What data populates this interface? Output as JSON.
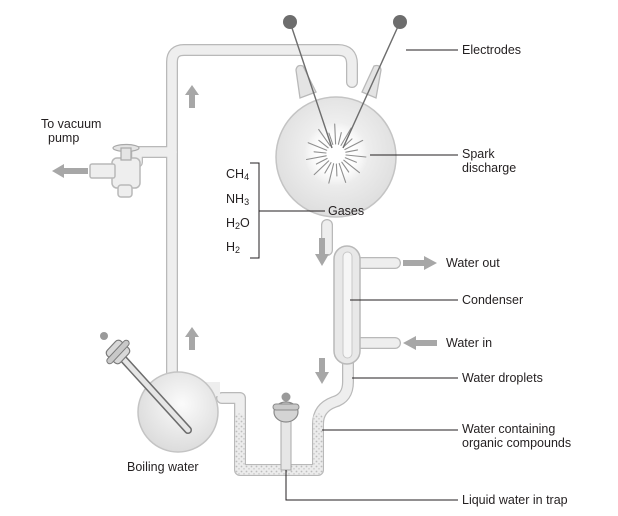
{
  "labels": {
    "electrodes": "Electrodes",
    "spark_discharge_1": "Spark",
    "spark_discharge_2": "discharge",
    "vacuum_pump_1": "To vacuum",
    "vacuum_pump_2": "pump",
    "gases": "Gases",
    "water_out": "Water out",
    "condenser": "Condenser",
    "water_in": "Water in",
    "water_droplets": "Water droplets",
    "water_organic_1": "Water containing",
    "water_organic_2": "organic compounds",
    "boiling_water": "Boiling water",
    "liquid_water_trap": "Liquid water in trap"
  },
  "gases": [
    {
      "symbol": "CH",
      "subscript": "4"
    },
    {
      "symbol": "NH",
      "subscript": "3"
    },
    {
      "symbol": "H",
      "subscript": "2",
      "suffix": "O"
    },
    {
      "symbol": "H",
      "subscript": "2"
    }
  ],
  "colors": {
    "glass_fill": "#e8e8e8",
    "glass_stroke": "#b9b9b9",
    "arrow": "#a7a7a7",
    "electrode": "#6d6d6d",
    "leader": "#231f20",
    "text": "#231f20"
  }
}
